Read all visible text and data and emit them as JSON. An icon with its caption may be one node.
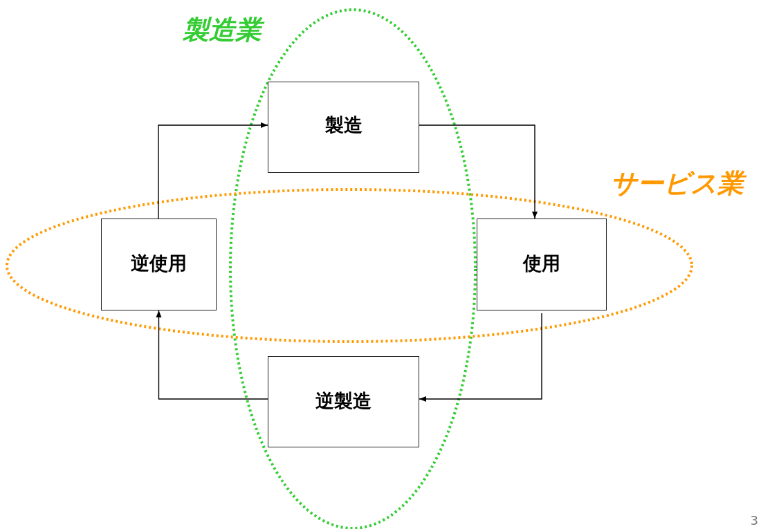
{
  "diagram": {
    "nodes": [
      {
        "text": [
          "製造業"
        ]
      },
      {
        "text": [
          "サービス業"
        ]
      },
      {
        "text": [
          "製造"
        ],
        "in": 0
      },
      {
        "text": [
          "使用"
        ],
        "in": 1
      },
      {
        "text": [
          "逆製造"
        ],
        "in": 0
      },
      {
        "text": [
          "逆使用"
        ],
        "in": 1
      }
    ],
    "edges": [
      {
        "from": 5,
        "to": 2,
        "arrow": "to"
      },
      {
        "from": 2,
        "to": 3,
        "arrow": "to"
      },
      {
        "from": 3,
        "to": 4,
        "arrow": "to"
      },
      {
        "from": 4,
        "to": 5,
        "arrow": "to"
      }
    ],
    "labels": [
      "3"
    ]
  }
}
